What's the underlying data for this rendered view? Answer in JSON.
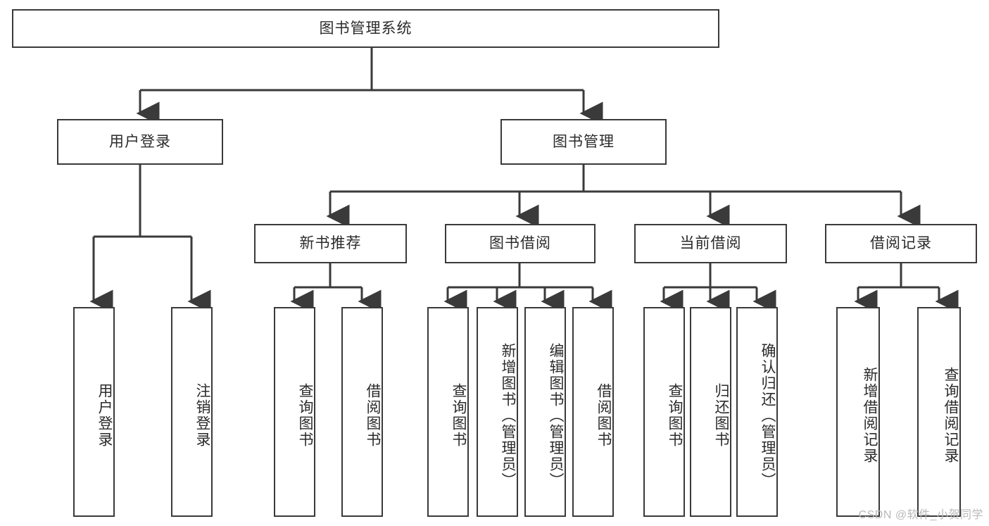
{
  "diagram": {
    "type": "tree",
    "title": "图书管理系统",
    "orientation": "top-down",
    "colors": {
      "box_border": "#3a3a3a",
      "box_fill": "#ffffff",
      "connector": "#3a3a3a",
      "text": "#2b2b2b",
      "watermark": "#b9b9b9",
      "background": "#ffffff"
    }
  },
  "root": {
    "label": "图书管理系统"
  },
  "level2": [
    {
      "id": "user-login",
      "label": "用户登录"
    },
    {
      "id": "book-manage",
      "label": "图书管理"
    }
  ],
  "level3": [
    {
      "id": "new-book-recommend",
      "label": "新书推荐"
    },
    {
      "id": "book-borrow",
      "label": "图书借阅"
    },
    {
      "id": "current-borrow",
      "label": "当前借阅"
    },
    {
      "id": "borrow-record",
      "label": "借阅记录"
    }
  ],
  "leaves": {
    "user_login": [
      {
        "id": "leaf-user-login",
        "label": "用户登录"
      },
      {
        "id": "leaf-logout-login",
        "label": "注销登录"
      }
    ],
    "new_book_recommend": [
      {
        "id": "leaf-query-book-1",
        "label": "查询图书"
      },
      {
        "id": "leaf-borrow-book-1",
        "label": "借阅图书"
      }
    ],
    "book_borrow": [
      {
        "id": "leaf-query-book-2",
        "label": "查询图书"
      },
      {
        "id": "leaf-add-book",
        "label": "新增图书（管理员）"
      },
      {
        "id": "leaf-edit-book",
        "label": "编辑图书（管理员）"
      },
      {
        "id": "leaf-borrow-book-2",
        "label": "借阅图书"
      }
    ],
    "current_borrow": [
      {
        "id": "leaf-query-book-3",
        "label": "查询图书"
      },
      {
        "id": "leaf-return-book",
        "label": "归还图书"
      },
      {
        "id": "leaf-confirm-return",
        "label": "确认归还（管理员）"
      }
    ],
    "borrow_record": [
      {
        "id": "leaf-add-record",
        "label": "新增借阅记录"
      },
      {
        "id": "leaf-query-record",
        "label": "查询借阅记录"
      }
    ]
  },
  "watermark": {
    "text": "CSDN @软件_小贺同学"
  }
}
